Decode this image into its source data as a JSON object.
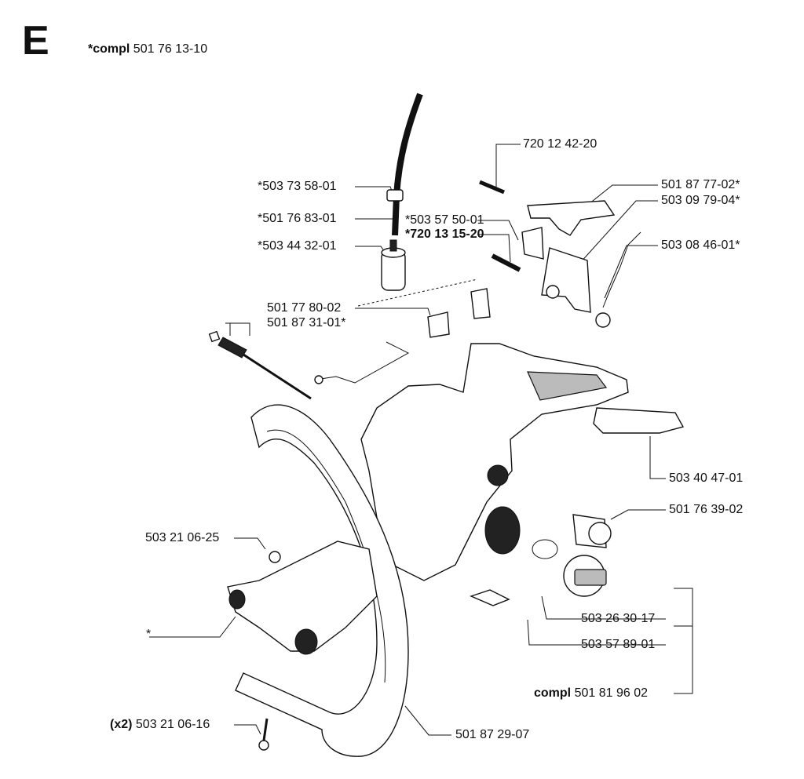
{
  "section": {
    "letter": "E",
    "compl_prefix": "*compl",
    "compl_number": "501 76 13-10"
  },
  "labels": {
    "p720124220": "720 12 42-20",
    "p503735801": "*503 73 58-01",
    "p501877702": "501 87 77-02*",
    "p503097904": "503 09 79-04*",
    "p501768301": "*501 76 83-01",
    "p503575001": "*503 57 50-01",
    "p720131520": "*720 13 15-20",
    "p503084601": "503 08 46-01*",
    "p503443201": "*503 44 32-01",
    "p501778002": "501 77 80-02",
    "p501873101": "501 87 31-01*",
    "p503404701": "503 40 47-01",
    "p501763902": "501 76 39-02",
    "p503210625": "503 21 06-25",
    "p503263017": "503 26 30-17",
    "p503578901": "503 57 89-01",
    "asterisk": "*",
    "compl_prefix": "compl",
    "p501819602": "501 81 96 02",
    "qty_x2": "(x2)",
    "p503210616": "503 21 06-16",
    "p501872907": "501 87 29-07"
  }
}
